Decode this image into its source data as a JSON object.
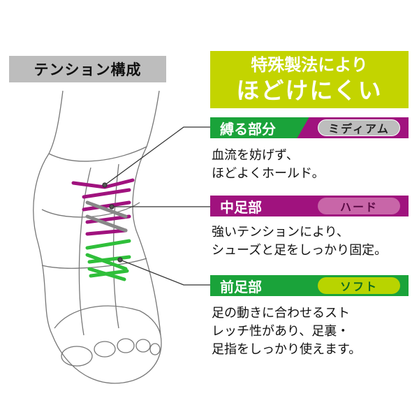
{
  "title_tag": "テンション構成",
  "headline": {
    "line1": "特殊製法により",
    "line2": "ほどけにくい"
  },
  "sections": [
    {
      "label": "縛る部分",
      "tension": "ミディアム",
      "desc": [
        "血流を妨げず、",
        "ほどよくホールド。"
      ],
      "color": "#1aa33a",
      "accent": "#a0127e"
    },
    {
      "label": "中足部",
      "tension": "ハード",
      "desc": [
        "強いテンションにより、",
        "シューズと足をしっかり固定。"
      ],
      "color": "#a0127e"
    },
    {
      "label": "前足部",
      "tension": "ソフト",
      "desc": [
        "足の動きに合わせるスト",
        "レッチ性があり、足裏・",
        "足指をしっかり使えます。"
      ],
      "color": "#1aa33a"
    }
  ]
}
